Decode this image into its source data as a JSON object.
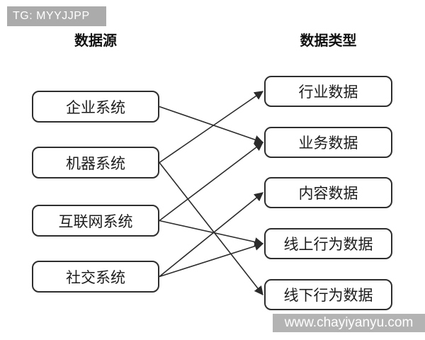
{
  "watermarks": {
    "top_left": "TG: MYYJJPP",
    "bottom_right": "www.chayiyanyu.com"
  },
  "headers": {
    "left": "数据源",
    "right": "数据类型"
  },
  "diagram": {
    "sources": [
      {
        "id": "enterprise",
        "label": "企业系统"
      },
      {
        "id": "machine",
        "label": "机器系统"
      },
      {
        "id": "internet",
        "label": "互联网系统"
      },
      {
        "id": "social",
        "label": "社交系统"
      }
    ],
    "targets": [
      {
        "id": "industry",
        "label": "行业数据"
      },
      {
        "id": "business",
        "label": "业务数据"
      },
      {
        "id": "content",
        "label": "内容数据"
      },
      {
        "id": "online_behavior",
        "label": "线上行为数据"
      },
      {
        "id": "offline_behavior",
        "label": "线下行为数据"
      }
    ],
    "edges": [
      {
        "from": "enterprise",
        "to": "business"
      },
      {
        "from": "machine",
        "to": "industry"
      },
      {
        "from": "machine",
        "to": "offline_behavior"
      },
      {
        "from": "internet",
        "to": "business"
      },
      {
        "from": "internet",
        "to": "online_behavior"
      },
      {
        "from": "social",
        "to": "content"
      },
      {
        "from": "social",
        "to": "online_behavior"
      }
    ]
  },
  "colors": {
    "edge": "#2b2b2b",
    "node_border": "#2e2e2e",
    "watermark_bg": "#ababab",
    "text": "#1c1c1c"
  }
}
